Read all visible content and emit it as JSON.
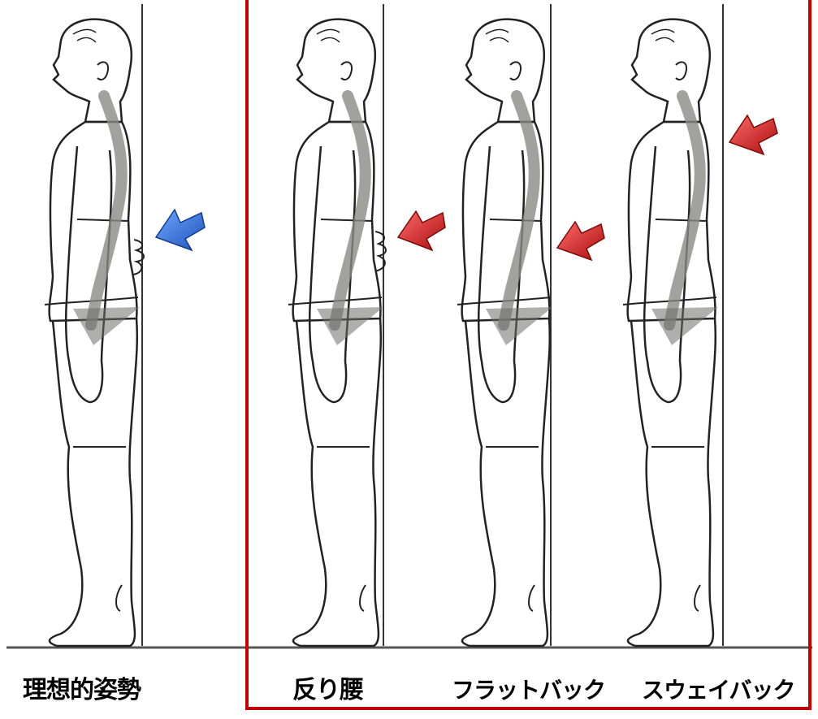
{
  "postures": [
    {
      "label": "理想的姿勢",
      "arrow_color": "#2e6fd6",
      "type": "ideal"
    },
    {
      "label": "反り腰",
      "arrow_color": "#d32020",
      "type": "sway-lordosis"
    },
    {
      "label": "フラットバック",
      "arrow_color": "#d32020",
      "type": "flat-back"
    },
    {
      "label": "スウェイバック",
      "arrow_color": "#d32020",
      "type": "sway-back"
    }
  ],
  "colors": {
    "frame": "#c00000",
    "line": "#222222",
    "spine": "#8a8a85",
    "floor": "#555555"
  }
}
